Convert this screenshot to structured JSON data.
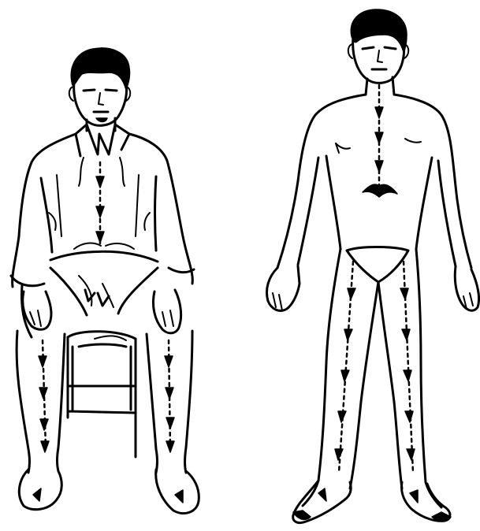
{
  "figures": [
    {
      "id": "seated-man",
      "pose": "seated on stool",
      "flow_arrows": "downward"
    },
    {
      "id": "standing-man",
      "pose": "standing",
      "flow_arrows": "downward"
    }
  ],
  "colors": {
    "ink": "#000000",
    "paper": "#ffffff"
  }
}
